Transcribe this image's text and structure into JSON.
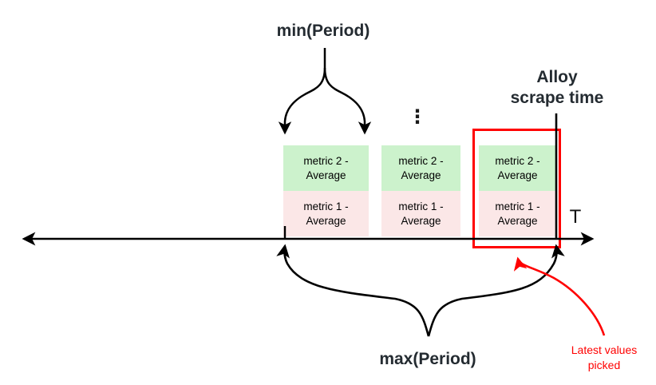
{
  "annotations": {
    "min_period": "min(Period)",
    "max_period": "max(Period)",
    "scrape_time_line1": "Alloy",
    "scrape_time_line2": "scrape time",
    "axis_label": "T",
    "ellipsis": "⋮",
    "latest_values_line1": "Latest values",
    "latest_values_line2": "picked"
  },
  "groups": [
    {
      "cells": [
        {
          "label": "metric 2 - Average"
        },
        {
          "label": "metric 1 - Average"
        }
      ]
    },
    {
      "cells": [
        {
          "label": "metric 2 - Average"
        },
        {
          "label": "metric 1 - Average"
        }
      ]
    },
    {
      "cells": [
        {
          "label": "metric 2 - Average"
        },
        {
          "label": "metric 1 - Average"
        }
      ]
    }
  ],
  "colors": {
    "metric2_fill": "#ccf2cc",
    "metric1_fill": "#fbe7e7",
    "highlight_red": "#ff0000",
    "ink": "#242b31",
    "line_black": "#000000"
  }
}
